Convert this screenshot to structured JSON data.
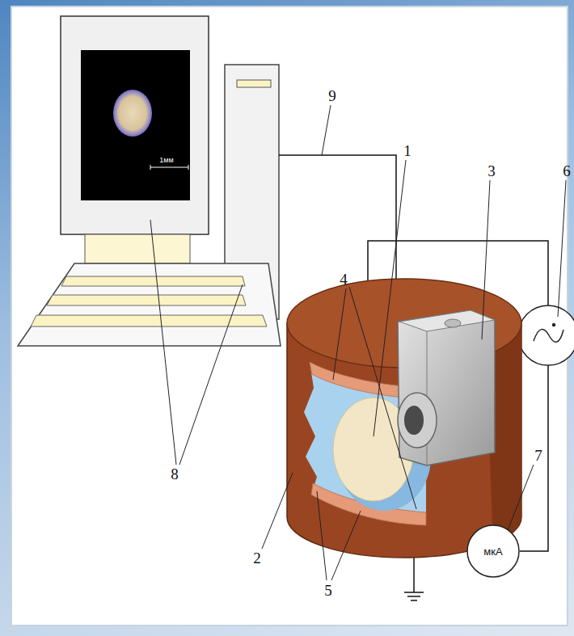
{
  "diagram": {
    "nodes": [
      {
        "text": [
          "мкА"
        ]
      }
    ],
    "labels": [
      "1мм",
      "9",
      "1",
      "3",
      "6",
      "4",
      "8",
      "7",
      "2",
      "5"
    ]
  }
}
